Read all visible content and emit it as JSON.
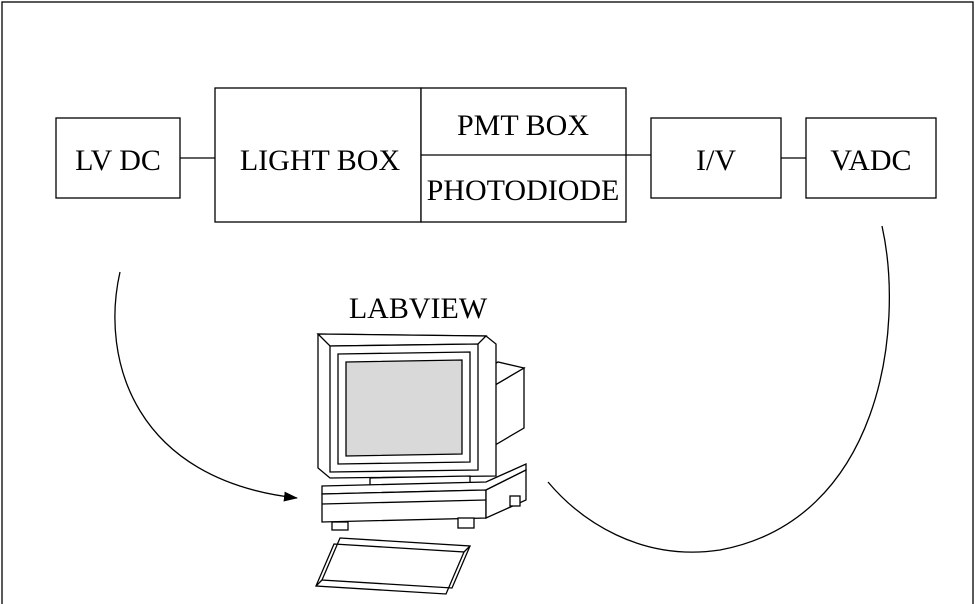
{
  "diagram": {
    "blocks": {
      "lv_dc": "LV DC",
      "light_box": "LIGHT BOX",
      "pmt_box": "PMT BOX",
      "photodiode": "PHOTODIODE",
      "iv": "I/V",
      "vadc": "VADC"
    },
    "computer_label": "LABVIEW",
    "icons": [
      "computer-icon",
      "keyboard-icon"
    ],
    "colors": {
      "stroke": "#000000",
      "background": "#ffffff",
      "screen": "#d9d9d9"
    }
  }
}
